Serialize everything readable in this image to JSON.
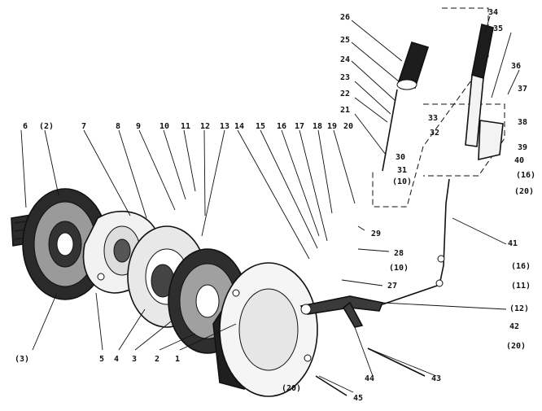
{
  "labels": {
    "l1": "1",
    "l2": "2",
    "l3": "3",
    "l4": "4",
    "l5": "5",
    "l6": "6",
    "l7": "7",
    "l8": "8",
    "l9": "9",
    "l10": "10",
    "l11": "11",
    "l12": "12",
    "l13": "13",
    "l14": "14",
    "l15": "15",
    "l16": "16",
    "l17": "17",
    "l18": "18",
    "l19": "19",
    "l20": "20",
    "l21": "21",
    "l22": "22",
    "l23": "23",
    "l24": "24",
    "l25": "25",
    "l26": "26",
    "l27": "27",
    "l28": "28",
    "l29": "29",
    "l30": "30",
    "l31": "31",
    "l32": "32",
    "l33": "33",
    "l34": "34",
    "l35": "35",
    "l36": "36",
    "l37": "37",
    "l38": "38",
    "l39": "39",
    "l40": "40",
    "l41": "41",
    "l42": "42",
    "l43": "43",
    "l44": "44",
    "l45": "45",
    "p2": "(2)",
    "p3": "(3)",
    "p10a": "(10)",
    "p10b": "(10)",
    "p11": "(11)",
    "p12": "(12)",
    "p16a": "(16)",
    "p16b": "(16)",
    "p20a": "(20)",
    "p20b": "(20)",
    "p20c": "(20)"
  }
}
